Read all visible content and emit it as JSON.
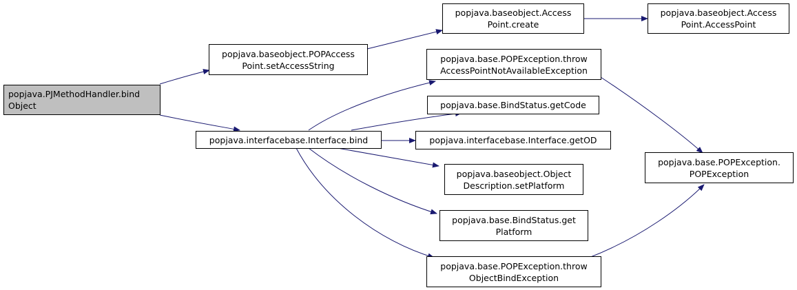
{
  "colors": {
    "edge": "#191970",
    "root_fill": "#bfbfbf",
    "node_fill": "#ffffff",
    "border": "#000000"
  },
  "nodes": {
    "root": {
      "line1": "popjava.PJMethodHandler.bind",
      "line2": "Object"
    },
    "setAccess": {
      "line1": "popjava.baseobject.POPAccess",
      "line2": "Point.setAccessString"
    },
    "apCreate": {
      "line1": "popjava.baseobject.Access",
      "line2": "Point.create"
    },
    "apCtor": {
      "line1": "popjava.baseobject.Access",
      "line2": "Point.AccessPoint"
    },
    "bind": {
      "line1": "popjava.interfacebase.Interface.bind",
      "line2": ""
    },
    "throwAP": {
      "line1": "popjava.base.POPException.throw",
      "line2": "AccessPointNotAvailableException"
    },
    "getCode": {
      "line1": "popjava.base.BindStatus.getCode",
      "line2": ""
    },
    "getOD": {
      "line1": "popjava.interfacebase.Interface.getOD",
      "line2": ""
    },
    "setPlatform": {
      "line1": "popjava.baseobject.Object",
      "line2": "Description.setPlatform"
    },
    "getPlatform": {
      "line1": "popjava.base.BindStatus.get",
      "line2": "Platform"
    },
    "throwOB": {
      "line1": "popjava.base.POPException.throw",
      "line2": "ObjectBindException"
    },
    "popEx": {
      "line1": "popjava.base.POPException.",
      "line2": "POPException"
    }
  }
}
